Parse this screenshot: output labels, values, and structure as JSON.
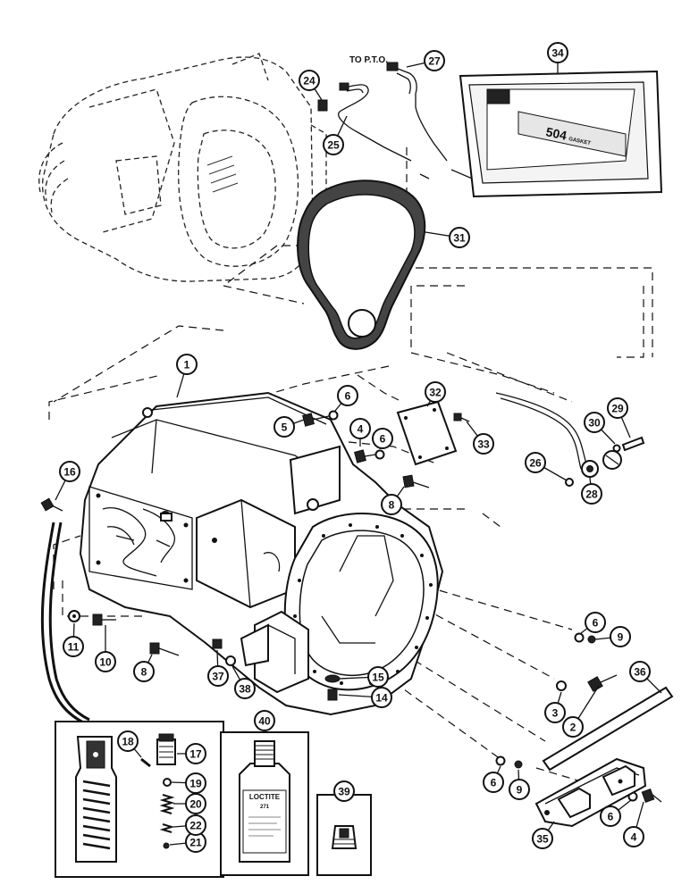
{
  "annotations": {
    "to_pto": "TO P.T.O."
  },
  "product_labels": {
    "loctite_brand": "LOCTITE",
    "loctite_number": "271",
    "gasket_kit_text": "504",
    "gasket_kit_small": "GASKET"
  },
  "callouts": [
    {
      "id": "c1",
      "number": "1"
    },
    {
      "id": "c2",
      "number": "2"
    },
    {
      "id": "c3",
      "number": "3"
    },
    {
      "id": "c4a",
      "number": "4"
    },
    {
      "id": "c4b",
      "number": "4"
    },
    {
      "id": "c5",
      "number": "5"
    },
    {
      "id": "c6a",
      "number": "6"
    },
    {
      "id": "c6b",
      "number": "6"
    },
    {
      "id": "c6c",
      "number": "6"
    },
    {
      "id": "c6d",
      "number": "6"
    },
    {
      "id": "c6e",
      "number": "6"
    },
    {
      "id": "c8a",
      "number": "8"
    },
    {
      "id": "c8b",
      "number": "8"
    },
    {
      "id": "c9a",
      "number": "9"
    },
    {
      "id": "c9b",
      "number": "9"
    },
    {
      "id": "c10",
      "number": "10"
    },
    {
      "id": "c11",
      "number": "11"
    },
    {
      "id": "c14",
      "number": "14"
    },
    {
      "id": "c15",
      "number": "15"
    },
    {
      "id": "c16",
      "number": "16"
    },
    {
      "id": "c17",
      "number": "17"
    },
    {
      "id": "c18",
      "number": "18"
    },
    {
      "id": "c19",
      "number": "19"
    },
    {
      "id": "c20",
      "number": "20"
    },
    {
      "id": "c21",
      "number": "21"
    },
    {
      "id": "c22",
      "number": "22"
    },
    {
      "id": "c24",
      "number": "24"
    },
    {
      "id": "c25",
      "number": "25"
    },
    {
      "id": "c26",
      "number": "26"
    },
    {
      "id": "c27",
      "number": "27"
    },
    {
      "id": "c28",
      "number": "28"
    },
    {
      "id": "c29",
      "number": "29"
    },
    {
      "id": "c30",
      "number": "30"
    },
    {
      "id": "c31",
      "number": "31"
    },
    {
      "id": "c32",
      "number": "32"
    },
    {
      "id": "c33",
      "number": "33"
    },
    {
      "id": "c34",
      "number": "34"
    },
    {
      "id": "c35",
      "number": "35"
    },
    {
      "id": "c36",
      "number": "36"
    },
    {
      "id": "c37",
      "number": "37"
    },
    {
      "id": "c38",
      "number": "38"
    },
    {
      "id": "c39",
      "number": "39"
    },
    {
      "id": "c40",
      "number": "40"
    }
  ]
}
